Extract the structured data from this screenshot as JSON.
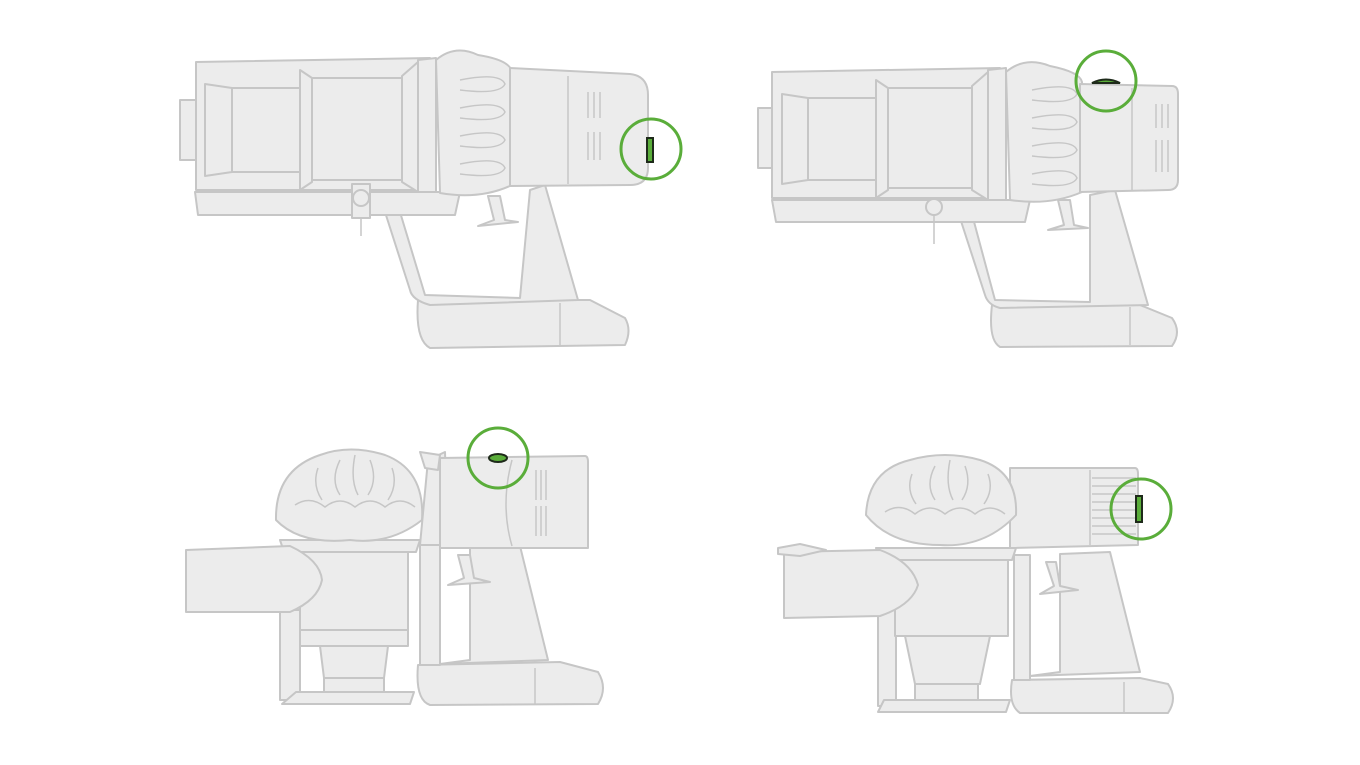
{
  "colors": {
    "background": "#ffffff",
    "body_fill": "#ececec",
    "outline": "#c6c6c6",
    "highlight": "#5aad3a",
    "part_dark": "#1e2a1a"
  },
  "illustrations": [
    {
      "view": "top-left",
      "highlight_icon": "highlight-circle-icon"
    },
    {
      "view": "top-right",
      "highlight_icon": "highlight-circle-icon"
    },
    {
      "view": "bottom-left",
      "highlight_icon": "highlight-circle-icon"
    },
    {
      "view": "bottom-right",
      "highlight_icon": "highlight-circle-icon"
    }
  ]
}
